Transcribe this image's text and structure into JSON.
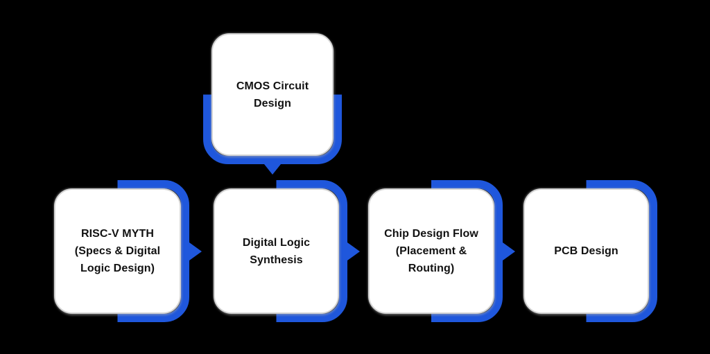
{
  "diagram": {
    "description": "Chip design learning flow diagram",
    "colors": {
      "background": "#000000",
      "accent": "#1f57dc",
      "card": "#ffffff",
      "border": "#d4d4d4",
      "text": "#111111"
    },
    "nodes": [
      {
        "id": "cmos-circuit-design",
        "lines": [
          "CMOS Circuit",
          "Design"
        ]
      },
      {
        "id": "risc-v-myth",
        "lines": [
          "RISC-V MYTH",
          "(Specs & Digital",
          "Logic Design)"
        ]
      },
      {
        "id": "digital-logic-synthesis",
        "lines": [
          "Digital Logic",
          "Synthesis"
        ]
      },
      {
        "id": "chip-design-flow",
        "lines": [
          "Chip Design Flow",
          "(Placement &",
          "Routing)"
        ]
      },
      {
        "id": "pcb-design",
        "lines": [
          "PCB Design"
        ]
      }
    ],
    "edges": [
      {
        "from": "cmos-circuit-design",
        "to": "digital-logic-synthesis",
        "direction": "down"
      },
      {
        "from": "risc-v-myth",
        "to": "digital-logic-synthesis",
        "direction": "right"
      },
      {
        "from": "digital-logic-synthesis",
        "to": "chip-design-flow",
        "direction": "right"
      },
      {
        "from": "chip-design-flow",
        "to": "pcb-design",
        "direction": "right"
      }
    ]
  }
}
